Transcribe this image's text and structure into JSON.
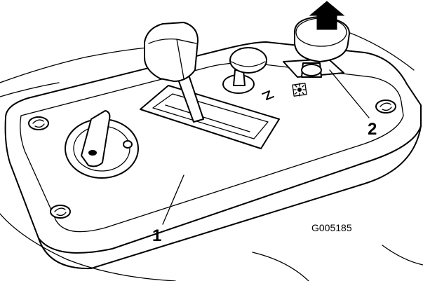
{
  "figure": {
    "figure_id": "G005185",
    "callouts": [
      {
        "number": "1"
      },
      {
        "number": "2"
      }
    ]
  }
}
